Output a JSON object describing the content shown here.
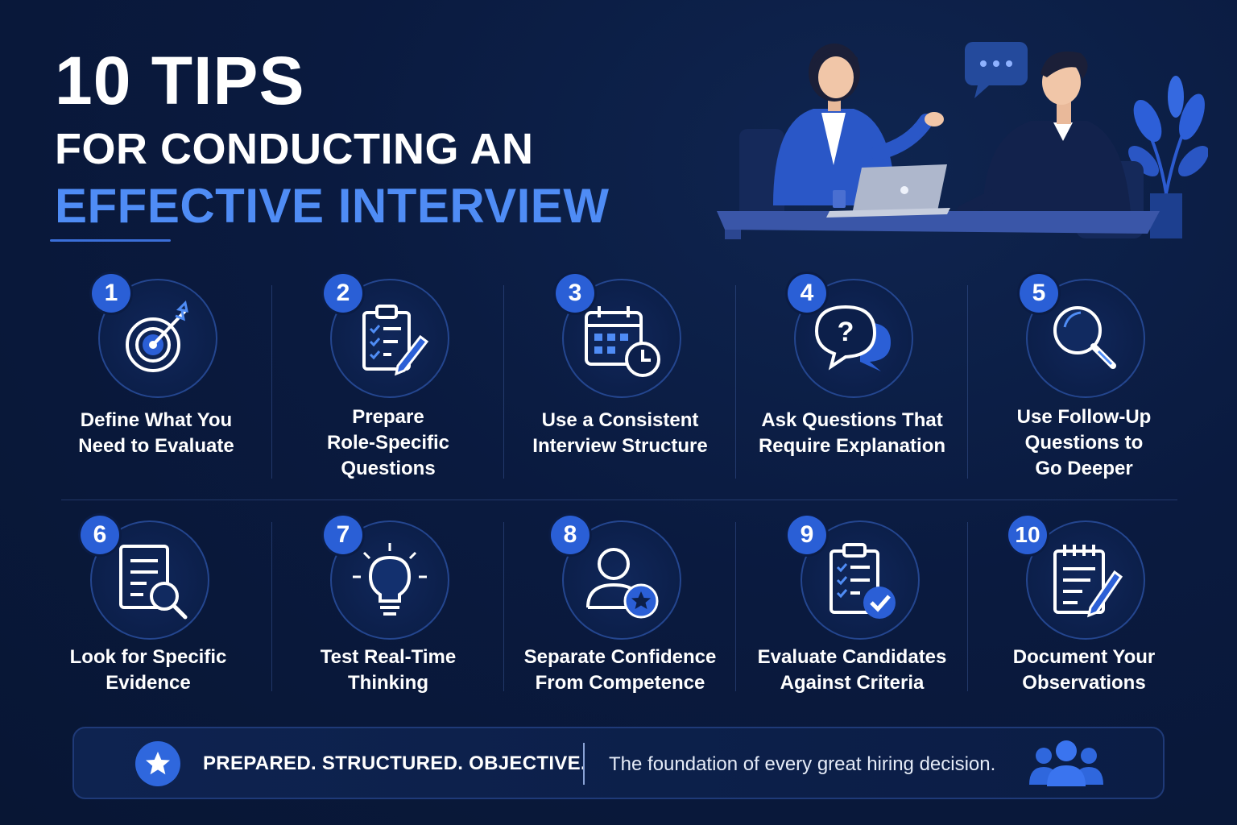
{
  "header": {
    "title_main": "10 TIPS",
    "title_sub": "FOR CONDUCTING AN",
    "title_accent": "EFFECTIVE INTERVIEW"
  },
  "illustration": {
    "speech_bubble": "..."
  },
  "tips": [
    {
      "number": "1",
      "label_line1": "Define What You",
      "label_line2": "Need to Evaluate",
      "label_line3": "",
      "icon": "target-icon"
    },
    {
      "number": "2",
      "label_line1": "Prepare",
      "label_line2": "Role-Specific",
      "label_line3": "Questions",
      "icon": "clipboard-pen-icon"
    },
    {
      "number": "3",
      "label_line1": "Use a Consistent",
      "label_line2": "Interview Structure",
      "label_line3": "",
      "icon": "calendar-clock-icon"
    },
    {
      "number": "4",
      "label_line1": "Ask Questions That",
      "label_line2": "Require Explanation",
      "label_line3": "",
      "icon": "question-bubble-icon"
    },
    {
      "number": "5",
      "label_line1": "Use Follow-Up",
      "label_line2": "Questions to",
      "label_line3": "Go Deeper",
      "icon": "magnifier-icon"
    },
    {
      "number": "6",
      "label_line1": "Look for Specific",
      "label_line2": "Evidence",
      "label_line3": "",
      "icon": "document-search-icon"
    },
    {
      "number": "7",
      "label_line1": "Test Real-Time",
      "label_line2": "Thinking",
      "label_line3": "",
      "icon": "lightbulb-icon"
    },
    {
      "number": "8",
      "label_line1": "Separate Confidence",
      "label_line2": "From Competence",
      "label_line3": "",
      "icon": "user-star-icon"
    },
    {
      "number": "9",
      "label_line1": "Evaluate Candidates",
      "label_line2": "Against Criteria",
      "label_line3": "",
      "icon": "clipboard-check-icon"
    },
    {
      "number": "10",
      "label_line1": "Document Your",
      "label_line2": "Observations",
      "label_line3": "",
      "icon": "notepad-pen-icon"
    }
  ],
  "footer": {
    "slogan": "PREPARED. STRUCTURED. OBJECTIVE.",
    "tagline": "The foundation of every great hiring decision.",
    "star_icon": "star-icon",
    "people_icon": "people-group-icon"
  },
  "colors": {
    "background": "#0a1a3f",
    "accent": "#4f8cf5",
    "badge": "#2a5fd6",
    "circle_border": "#24468f"
  }
}
